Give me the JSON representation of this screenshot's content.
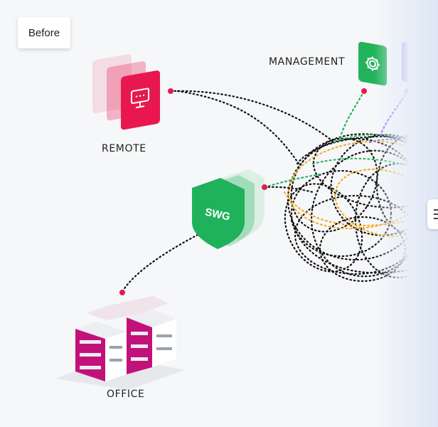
{
  "toggle": {
    "label": "Before"
  },
  "nodes": {
    "remote": {
      "label": "REMOTE",
      "color": "#e8184f"
    },
    "management": {
      "label": "MANAGEMENT",
      "colors": [
        "#21b45b",
        "#7b6ef0"
      ]
    },
    "swg": {
      "label": "SWG",
      "color": "#1fb25a"
    },
    "office": {
      "label": "OFFICE",
      "color": "#c2127a"
    }
  },
  "icons": [
    "monitor-icon",
    "gear-icon",
    "shield-icon",
    "building-icon"
  ],
  "colors": {
    "dot": "#e8184f",
    "black_line": "#111111",
    "green_line": "#21b45b",
    "orange_line": "#f2a51a",
    "purple_line": "#7b6ef0"
  }
}
